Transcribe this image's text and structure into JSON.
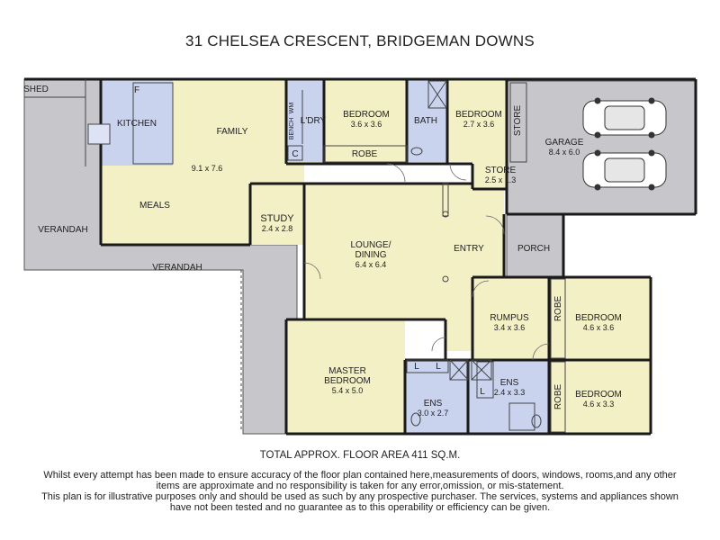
{
  "title": "31 CHELSEA CRESCENT, BRIDGEMAN DOWNS",
  "colors": {
    "room": "#f3f0c6",
    "outdoor": "#c7c7cb",
    "wet": "#c9d3ee",
    "wall": "#1a1a1a"
  },
  "rooms": {
    "shed": {
      "name": "SHED"
    },
    "kitchen": {
      "name": "KITCHEN",
      "f": "F"
    },
    "family": {
      "name": "FAMILY",
      "dim": "9.1 x 7.6"
    },
    "meals": {
      "name": "MEALS"
    },
    "wm": "WM",
    "bench": "BENCH",
    "c": "C",
    "laundry": {
      "name": "L'DRY"
    },
    "bedroom2": {
      "name": "BEDROOM",
      "dim": "3.6 x 3.6"
    },
    "robe_top": "ROBE",
    "bath": {
      "name": "BATH"
    },
    "bedroom3": {
      "name": "BEDROOM",
      "dim": "2.7 x 3.6"
    },
    "store_v": "STORE",
    "store": {
      "name": "STORE",
      "dim": "2.5 x 1.3"
    },
    "garage": {
      "name": "GARAGE",
      "dim": "8.4 x 6.0"
    },
    "verandah_left": {
      "name": "VERANDAH"
    },
    "verandah_bottom": {
      "name": "VERANDAH"
    },
    "study": {
      "name": "STUDY",
      "dim": "2.4 x 2.8"
    },
    "lounge": {
      "name1": "LOUNGE/",
      "name2": "DINING",
      "dim": "6.4 x 6.4"
    },
    "entry": {
      "name": "ENTRY"
    },
    "porch": {
      "name": "PORCH"
    },
    "rumpus": {
      "name": "RUMPUS",
      "dim": "3.4 x 3.6"
    },
    "robe_r1": "ROBE",
    "bedroom4": {
      "name": "BEDROOM",
      "dim": "4.6 x 3.6"
    },
    "master": {
      "name1": "MASTER",
      "name2": "BEDROOM",
      "dim": "5.4 x 5.0"
    },
    "l1": "L",
    "l2": "L",
    "l3": "L",
    "ens1": {
      "name": "ENS",
      "dim": "3.0 x 2.7"
    },
    "ens2": {
      "name": "ENS",
      "dim": "2.4 x 3.3"
    },
    "robe_r2": "ROBE",
    "bedroom5": {
      "name": "BEDROOM",
      "dim": "4.6 x 3.3"
    }
  },
  "floor_area": "TOTAL APPROX. FLOOR AREA 411 SQ.M.",
  "disclaimer": {
    "line1": "Whilst every attempt has been made to ensure accuracy of the floor plan contained here,measurements of doors, windows, rooms,and any other",
    "line2": "items are approximate  and no responsibility is taken for any error,omission, or mis-statement.",
    "line3": "This plan is for illustrative purposes only and should be used as such by any prospective purchaser. The services, systems and appliances shown",
    "line4": "have not been tested and no guarantee as to this operability or efficiency can be given."
  }
}
